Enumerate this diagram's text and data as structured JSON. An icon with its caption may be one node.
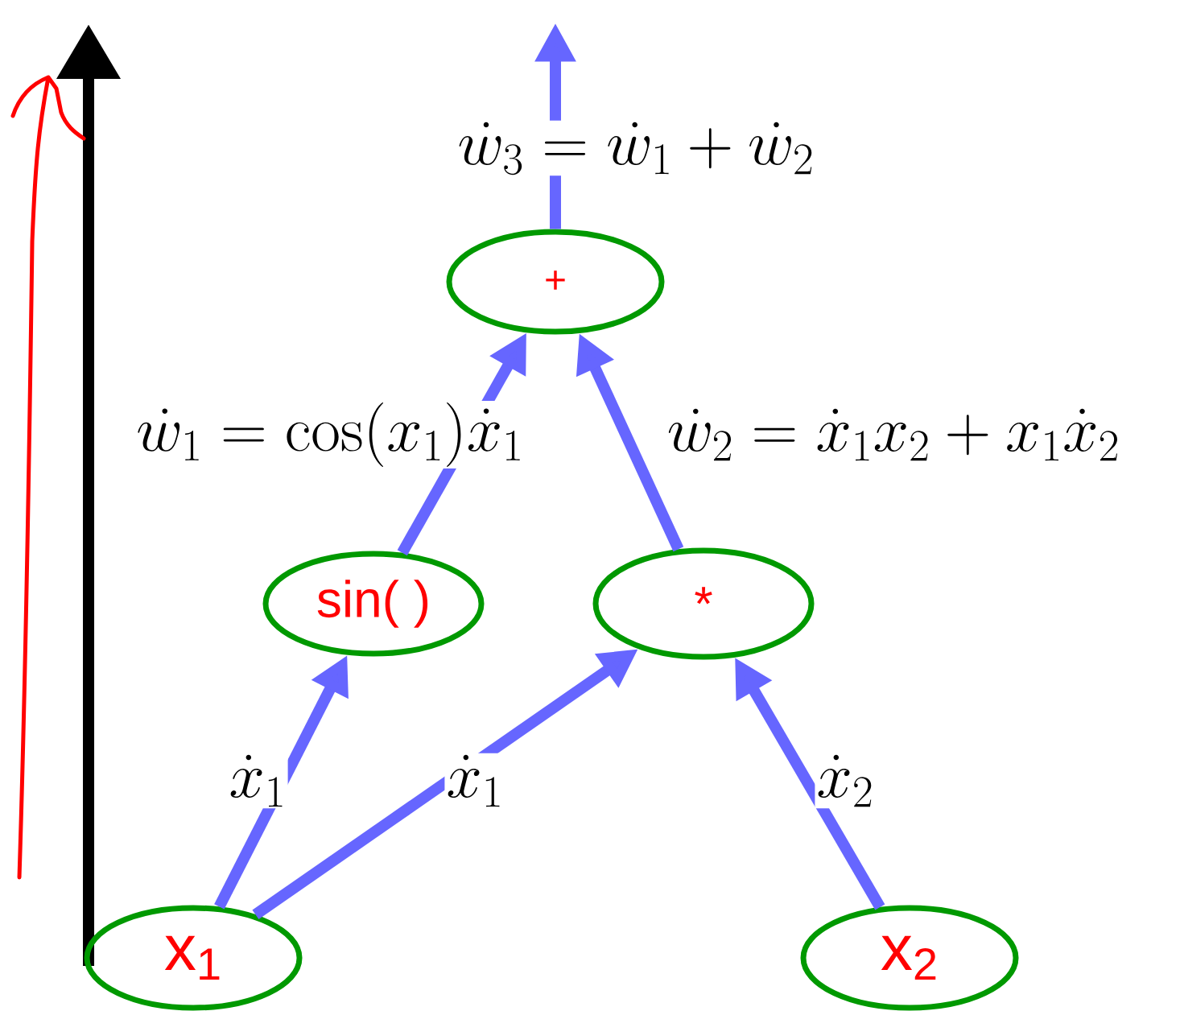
{
  "diagram": {
    "nodes": [
      {
        "text": [
          "+"
        ]
      },
      {
        "text": [
          "sin( )"
        ]
      },
      {
        "text": [
          "*"
        ]
      },
      {
        "text": [
          "x$_{1}$"
        ]
      },
      {
        "text": [
          "x$_{2}$"
        ]
      }
    ],
    "edges": [
      {
        "from": 0,
        "to": null,
        "arrow": "to",
        "label": "\\dot{w}_3 = \\dot{w}_1 + \\dot{w}_2"
      },
      {
        "from": 1,
        "to": 0,
        "arrow": "to",
        "label": "\\dot{w}_1 = \\cos(x_1)\\dot{x}_1"
      },
      {
        "from": 2,
        "to": 0,
        "arrow": "to",
        "label": "\\dot{w}_2 = \\dot{x}_1 x_2 + x_1 \\dot{x}_2"
      },
      {
        "from": 3,
        "to": 1,
        "arrow": "to",
        "label": "\\dot{x}_1"
      },
      {
        "from": 3,
        "to": 2,
        "arrow": "to",
        "label": "\\dot{x}_1"
      },
      {
        "from": 4,
        "to": 2,
        "arrow": "to",
        "label": "\\dot{x}_2"
      }
    ]
  }
}
